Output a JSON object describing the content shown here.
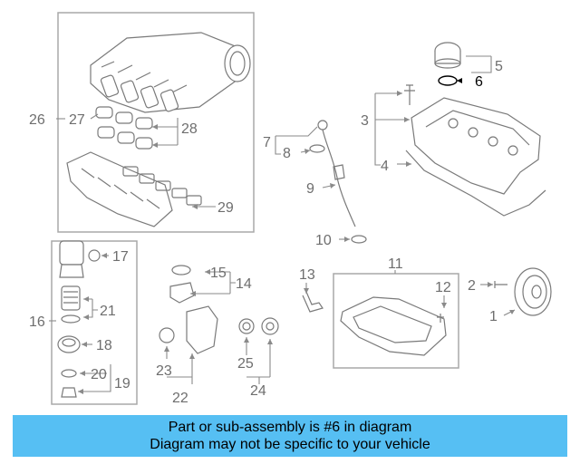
{
  "callouts": {
    "c1": "1",
    "c2": "2",
    "c3": "3",
    "c4": "4",
    "c5": "5",
    "c6": "6",
    "c7": "7",
    "c8": "8",
    "c9": "9",
    "c10": "10",
    "c11": "11",
    "c12": "12",
    "c13": "13",
    "c14": "14",
    "c15": "15",
    "c16": "16",
    "c17": "17",
    "c18": "18",
    "c19": "19",
    "c20": "20",
    "c21": "21",
    "c22": "22",
    "c23": "23",
    "c24": "24",
    "c25": "25",
    "c26": "26",
    "c27": "27",
    "c28": "28",
    "c29": "29"
  },
  "highlight_color": "#000000",
  "part_color": "#7a7a7a",
  "banner": {
    "color": "#56bff3",
    "line1": "Part or sub-assembly is #6 in diagram",
    "line2": "Diagram may not be specific to your vehicle"
  }
}
